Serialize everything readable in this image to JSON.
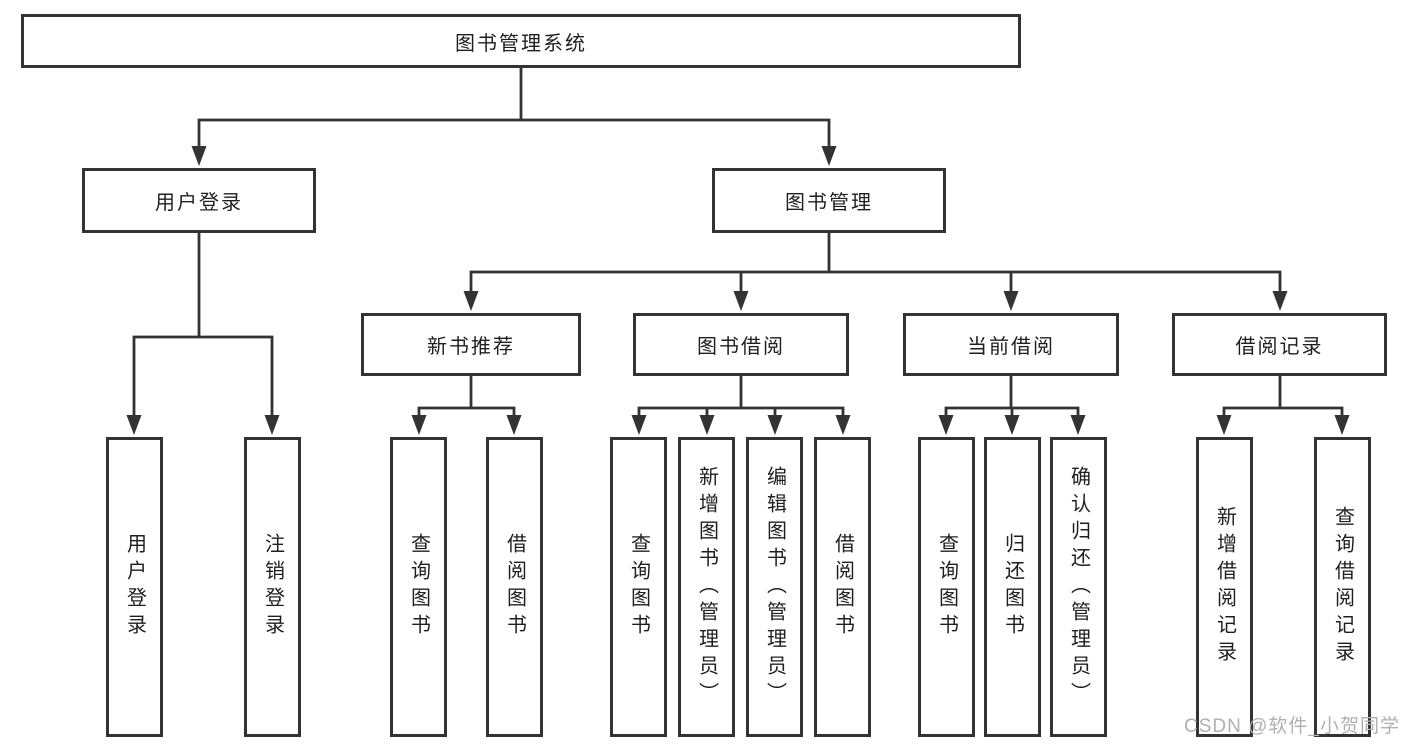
{
  "tree": {
    "root": {
      "label": "图书管理系统"
    },
    "branches": [
      {
        "label": "用户登录",
        "children": [
          {
            "label": "用户登录"
          },
          {
            "label": "注销登录"
          }
        ]
      },
      {
        "label": "图书管理",
        "children": [
          {
            "label": "新书推荐",
            "children": [
              {
                "label": "查询图书"
              },
              {
                "label": "借阅图书"
              }
            ]
          },
          {
            "label": "图书借阅",
            "children": [
              {
                "label": "查询图书"
              },
              {
                "label": "新增图书（管理员）"
              },
              {
                "label": "编辑图书（管理员）"
              },
              {
                "label": "借阅图书"
              }
            ]
          },
          {
            "label": "当前借阅",
            "children": [
              {
                "label": "查询图书"
              },
              {
                "label": "归还图书"
              },
              {
                "label": "确认归还（管理员）"
              }
            ]
          },
          {
            "label": "借阅记录",
            "children": [
              {
                "label": "新增借阅记录"
              },
              {
                "label": "查询借阅记录"
              }
            ]
          }
        ]
      }
    ]
  },
  "watermark": {
    "text": "CSDN @软件_小贺同学"
  },
  "colors": {
    "line": "#333333",
    "border": "#333333",
    "text": "#1f1f1f",
    "background": "#ffffff",
    "watermark": "#b0b0b0"
  }
}
